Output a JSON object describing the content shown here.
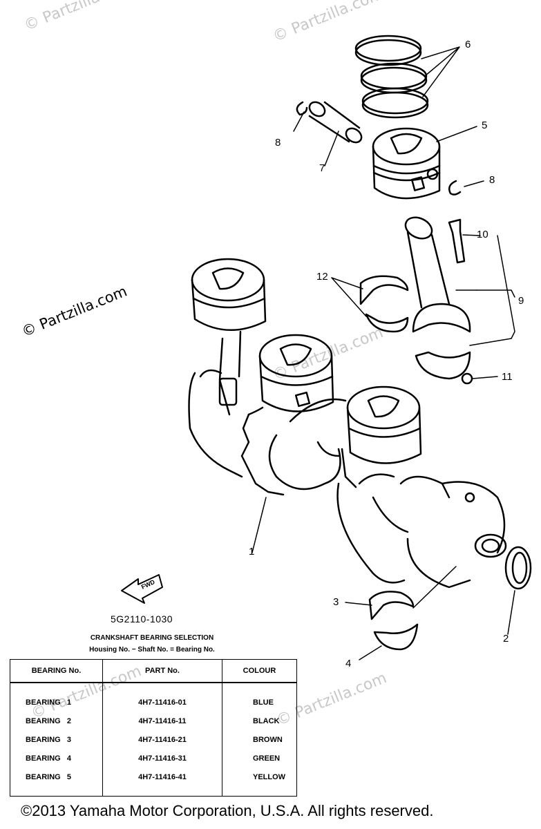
{
  "callouts": {
    "c1": "1",
    "c2": "2",
    "c3": "3",
    "c4": "4",
    "c5": "5",
    "c6": "6",
    "c7": "7",
    "c8a": "8",
    "c8b": "8",
    "c9": "9",
    "c10": "10",
    "c11": "11",
    "c12": "12"
  },
  "arrow_label": "FWD",
  "diagram_code": "5G2110-1030",
  "watermark": {
    "main": "© Partzilla.com",
    "faint": "© Partzilla.com"
  },
  "table": {
    "title": "CRANKSHAFT BEARING SELECTION",
    "subtitle": "Housing No. − Shaft No. = Bearing No.",
    "headers": [
      "BEARING No.",
      "PART No.",
      "COLOUR"
    ],
    "rows": [
      [
        "BEARING   1",
        "4H7-11416-01",
        "BLUE"
      ],
      [
        "BEARING   2",
        "4H7-11416-11",
        "BLACK"
      ],
      [
        "BEARING   3",
        "4H7-11416-21",
        "BROWN"
      ],
      [
        "BEARING   4",
        "4H7-11416-31",
        "GREEN"
      ],
      [
        "BEARING   5",
        "4H7-11416-41",
        "YELLOW"
      ]
    ]
  },
  "footer": "©2013  Yamaha Motor Corporation, U.S.A. All rights reserved."
}
